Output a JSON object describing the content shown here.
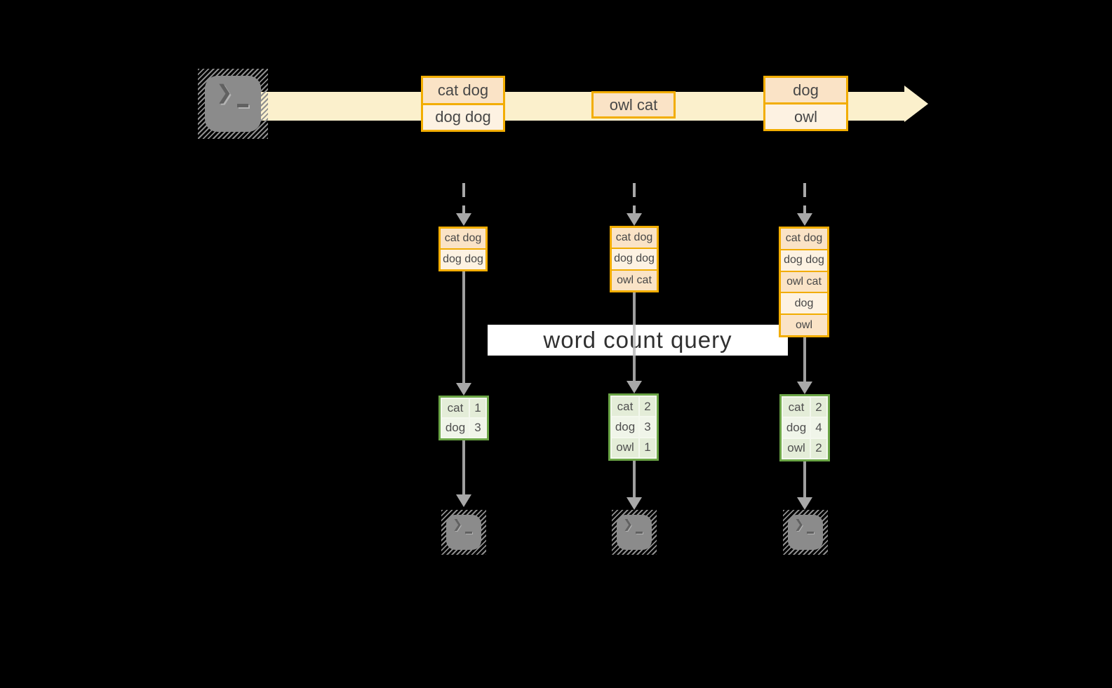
{
  "colors": {
    "background": "#000000",
    "stream_band": "#fbf0cc",
    "amber_border": "#f2ad00",
    "record_fill_dark": "#fae3c6",
    "record_fill_light": "#fdf2e2",
    "green_border": "#6ba546",
    "green_cell_dark": "#e4edd8",
    "green_cell_light": "#f0f5e9",
    "connector_gray": "#9a9a9a",
    "terminal_gray": "#8b8b8b",
    "query_band_bg": "#ffffff",
    "text_dark": "#474747"
  },
  "icons": {
    "terminal_chevron": "❯"
  },
  "stream": {
    "record_groups": [
      {
        "rows": [
          "cat dog",
          "dog dog"
        ]
      },
      {
        "rows": [
          "owl cat"
        ]
      },
      {
        "rows": [
          "dog",
          "owl"
        ]
      }
    ]
  },
  "query": {
    "label": "word count query"
  },
  "pipelines": [
    {
      "state_rows": [
        "cat dog",
        "dog dog"
      ],
      "count_rows": [
        {
          "word": "cat",
          "count": "1"
        },
        {
          "word": "dog",
          "count": "3"
        }
      ]
    },
    {
      "state_rows": [
        "cat dog",
        "dog dog",
        "owl cat"
      ],
      "count_rows": [
        {
          "word": "cat",
          "count": "2"
        },
        {
          "word": "dog",
          "count": "3"
        },
        {
          "word": "owl",
          "count": "1"
        }
      ]
    },
    {
      "state_rows": [
        "cat dog",
        "dog dog",
        "owl cat",
        "dog",
        "owl"
      ],
      "count_rows": [
        {
          "word": "cat",
          "count": "2"
        },
        {
          "word": "dog",
          "count": "4"
        },
        {
          "word": "owl",
          "count": "2"
        }
      ]
    }
  ]
}
